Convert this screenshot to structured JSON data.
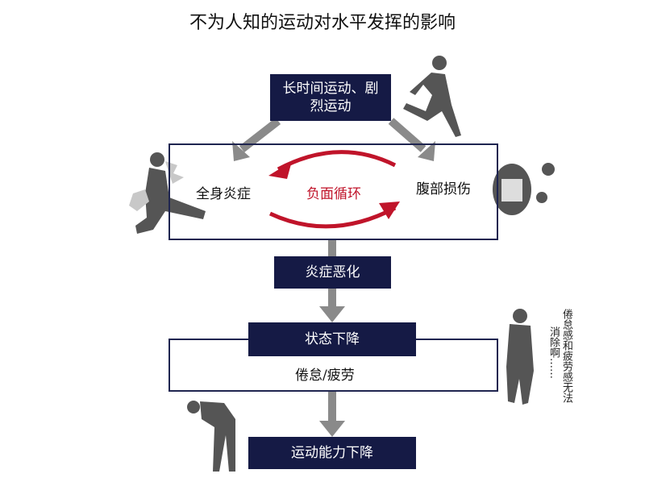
{
  "title": "不为人知的运动对水平发挥的影响",
  "boxes": {
    "cause": "长时间运动、剧烈运动",
    "worsen": "炎症恶化",
    "decline": "状态下降",
    "fatigue": "倦怠/疲劳",
    "performance": "运动能力下降"
  },
  "cycle": {
    "left": "全身炎症",
    "center": "负面循环",
    "right": "腹部损伤"
  },
  "side_note": {
    "line1": "倦怠感和疲劳感无法",
    "line2": "消除啊……"
  },
  "colors": {
    "navy": "#151a45",
    "red": "#c0142a",
    "arrow_gray": "#8a8a8a",
    "silhouette": "#555555"
  }
}
